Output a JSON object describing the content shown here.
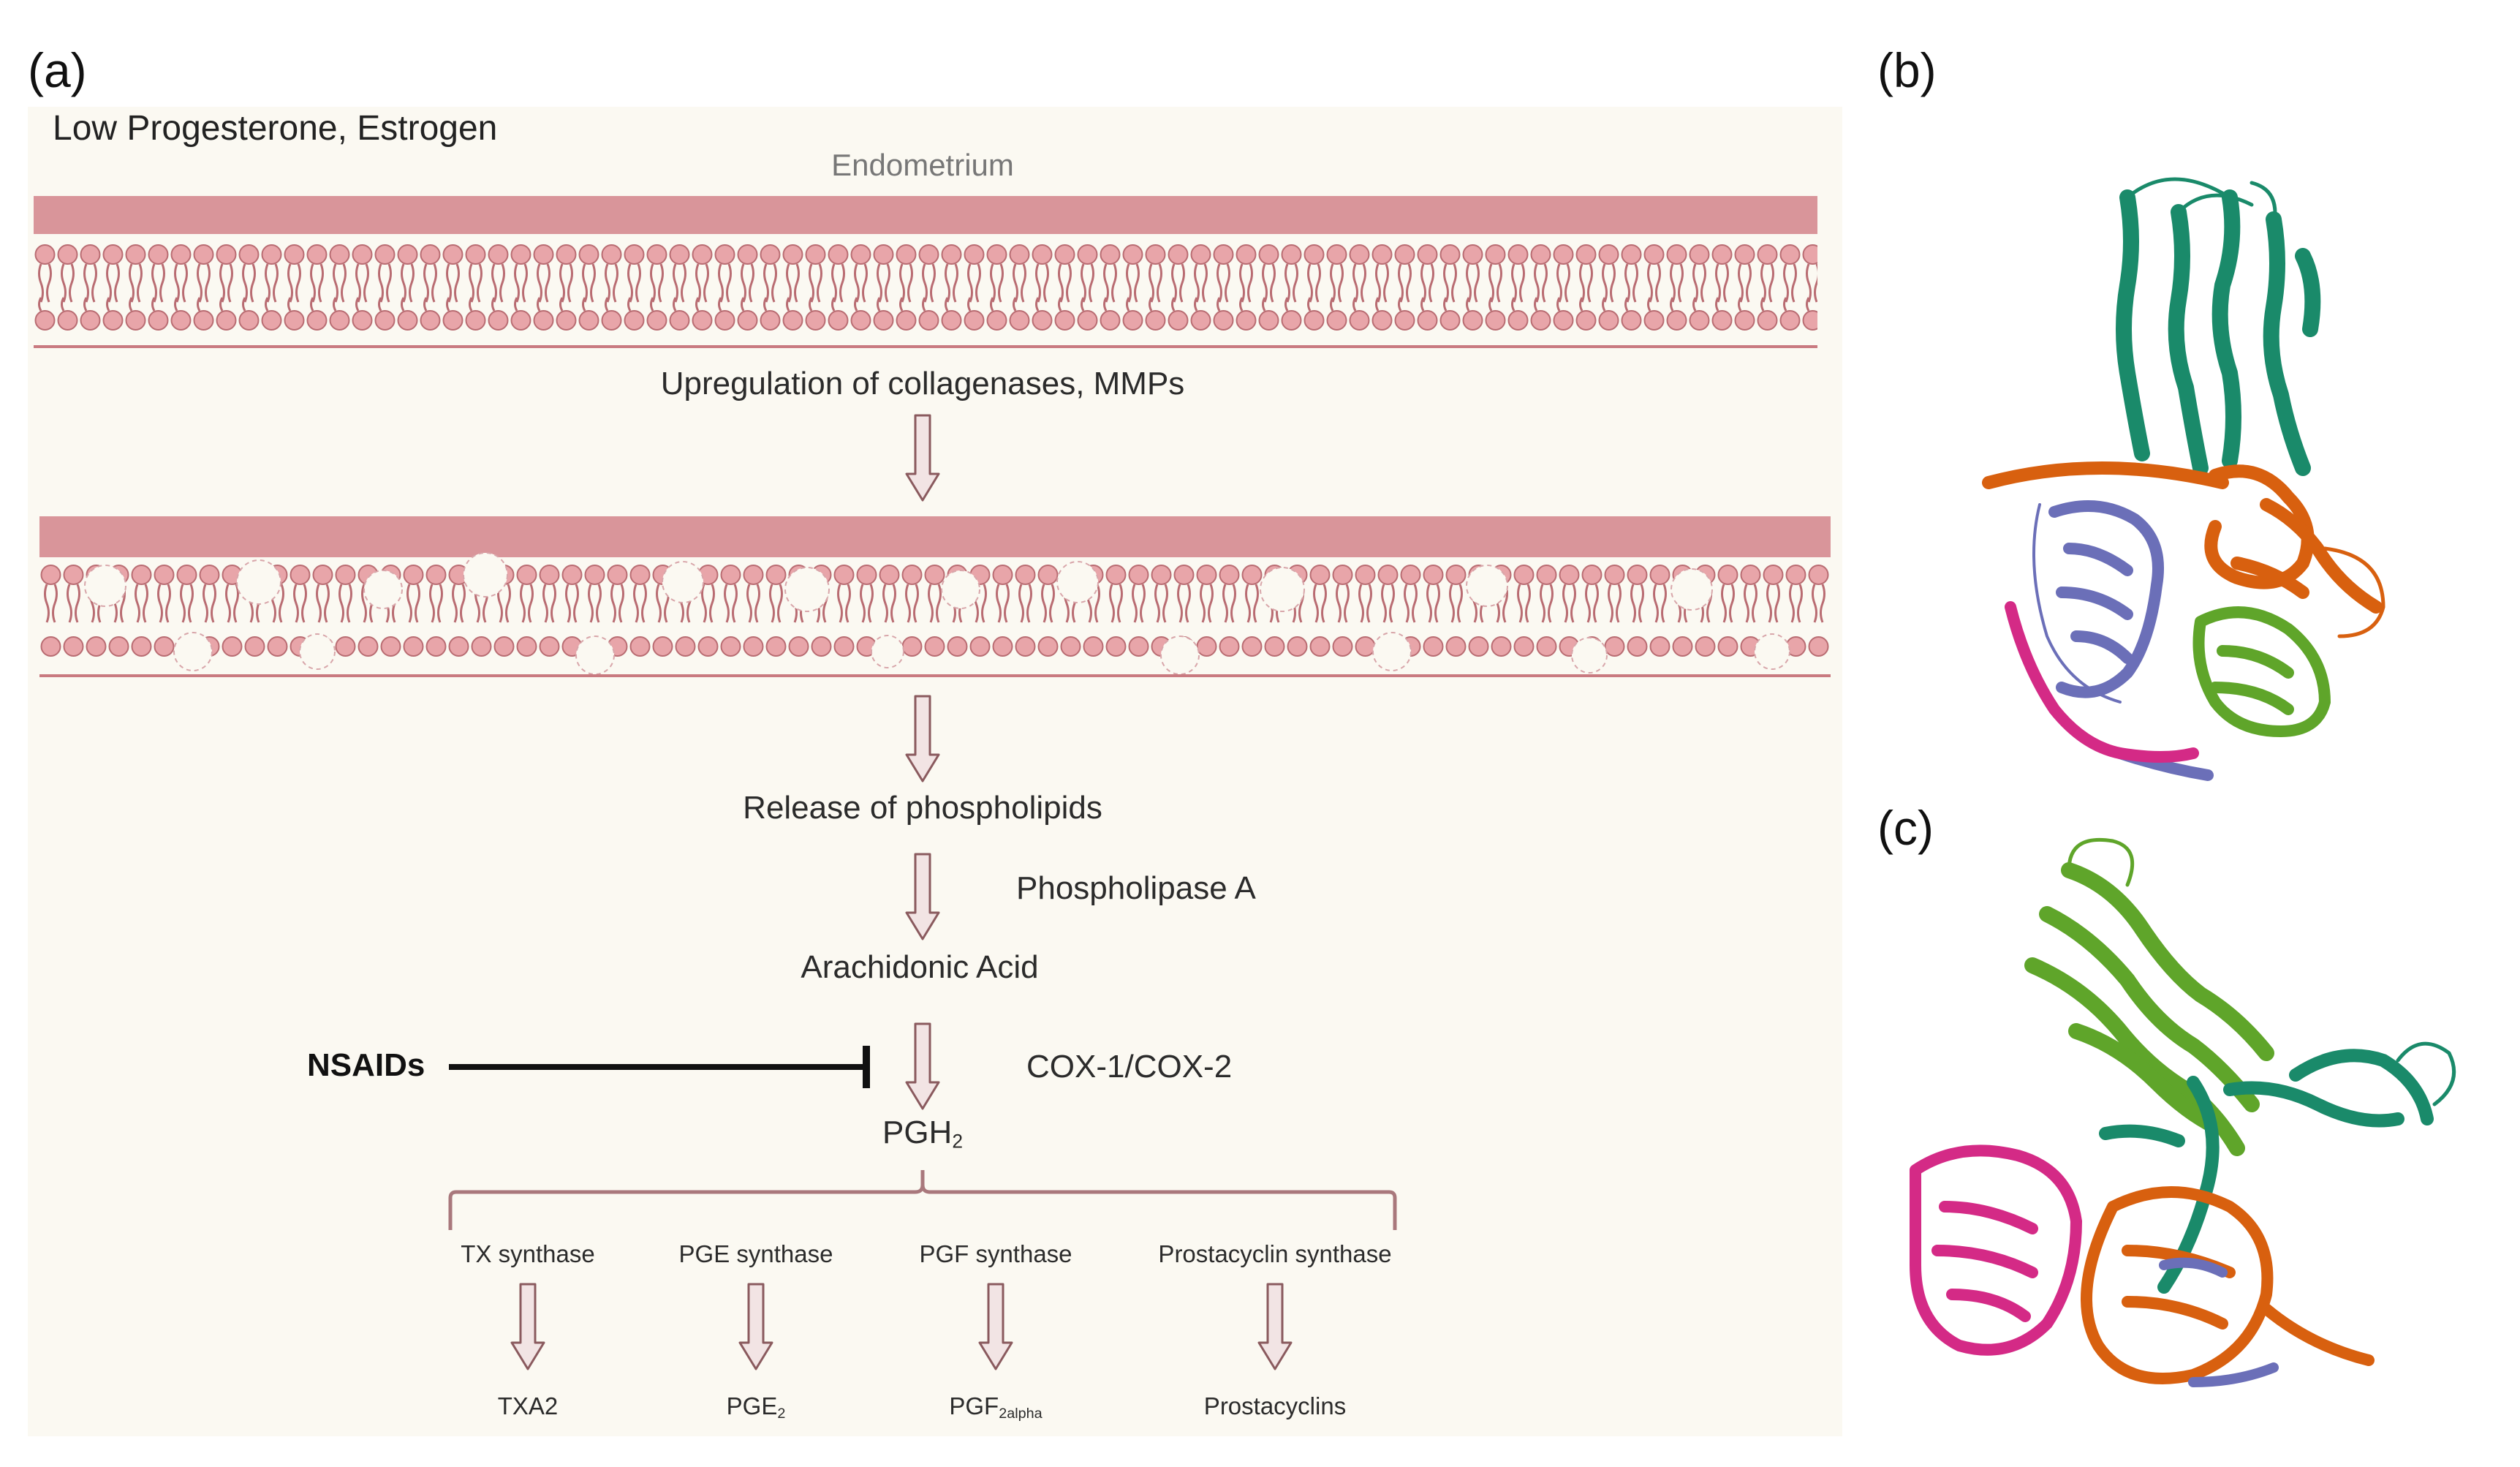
{
  "labels": {
    "panel_a": "(a)",
    "panel_b": "(b)",
    "panel_c": "(c)"
  },
  "diagram": {
    "hormone_condition": "Low Progesterone, Estrogen",
    "tissue": "Endometrium",
    "step_upregulation": "Upregulation of collagenases, MMPs",
    "step_release": "Release of phospholipids",
    "enzyme_pla": "Phospholipase A",
    "step_arachidonic": "Arachidonic Acid",
    "inhibitor": "NSAIDs",
    "enzyme_cox": "COX-1/COX-2",
    "pgh2": {
      "base": "PGH",
      "sub": "2"
    },
    "branches": [
      {
        "synthase": "TX synthase",
        "product": {
          "base": "TXA2",
          "sub": ""
        }
      },
      {
        "synthase": "PGE synthase",
        "product": {
          "base": "PGE",
          "sub": "2"
        }
      },
      {
        "synthase": "PGF synthase",
        "product": {
          "base": "PGF",
          "sub": "2alpha"
        }
      },
      {
        "synthase": "Prostacyclin synthase",
        "product": {
          "base": "Prostacyclins",
          "sub": ""
        }
      }
    ]
  },
  "colors": {
    "membrane": "#d9959a",
    "membrane_dark": "#c97a80",
    "arrow_fill": "#f2e4e4",
    "arrow_stroke": "#8a5a5e",
    "brace": "#a9787c",
    "inhibitor_bar": "#111111",
    "protein_green_dark": "#1a8a6a",
    "protein_orange": "#d8600f",
    "protein_slate": "#6b6fb8",
    "protein_magenta": "#d42a86",
    "protein_lime": "#5fa52a"
  }
}
